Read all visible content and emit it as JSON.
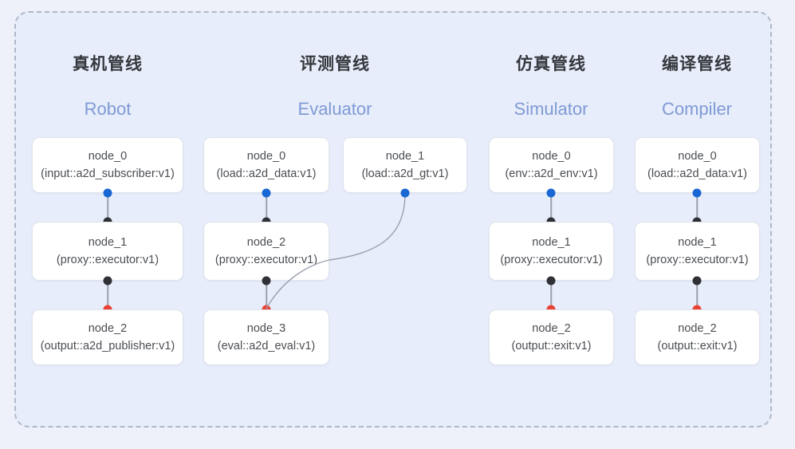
{
  "diagram": {
    "background_color": "#e7edfa",
    "page_color": "#eef1fa",
    "border_color": "#b0b8c9",
    "port_colors": {
      "output": "#1967d2",
      "relay": "#2f3136",
      "terminal": "#ea4335"
    },
    "edge_color": "#9aa0ad"
  },
  "columns": [
    {
      "id": "robot",
      "title_cn": "真机管线",
      "title_en": "Robot",
      "nodes": [
        {
          "name": "node_0",
          "type": "(input::a2d_subscriber:v1)"
        },
        {
          "name": "node_1",
          "type": "(proxy::executor:v1)"
        },
        {
          "name": "node_2",
          "type": "(output::a2d_publisher:v1)"
        }
      ]
    },
    {
      "id": "evaluator",
      "title_cn": "评测管线",
      "title_en": "Evaluator",
      "nodes": [
        {
          "name": "node_0",
          "type": "(load::a2d_data:v1)"
        },
        {
          "name": "node_1",
          "type": "(load::a2d_gt:v1)"
        },
        {
          "name": "node_2",
          "type": "(proxy::executor:v1)"
        },
        {
          "name": "node_3",
          "type": "(eval::a2d_eval:v1)"
        }
      ]
    },
    {
      "id": "simulator",
      "title_cn": "仿真管线",
      "title_en": "Simulator",
      "nodes": [
        {
          "name": "node_0",
          "type": "(env::a2d_env:v1)"
        },
        {
          "name": "node_1",
          "type": "(proxy::executor:v1)"
        },
        {
          "name": "node_2",
          "type": "(output::exit:v1)"
        }
      ]
    },
    {
      "id": "compiler",
      "title_cn": "编译管线",
      "title_en": "Compiler",
      "nodes": [
        {
          "name": "node_0",
          "type": "(load::a2d_data:v1)"
        },
        {
          "name": "node_1",
          "type": "(proxy::executor:v1)"
        },
        {
          "name": "node_2",
          "type": "(output::exit:v1)"
        }
      ]
    }
  ]
}
